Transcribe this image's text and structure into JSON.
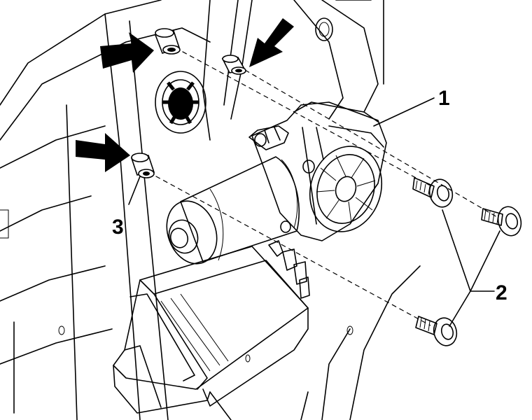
{
  "callouts": {
    "motor": "1",
    "bolts": "2",
    "bushing": "3"
  },
  "colors": {
    "line": "#000000",
    "background": "#ffffff",
    "arrow_fill": "#000000",
    "shade": "#d9d9d9"
  },
  "arrows": [
    {
      "name": "arrow-upper-left",
      "points_to": "upper-left-bushing"
    },
    {
      "name": "arrow-upper-right",
      "points_to": "upper-right-bushing"
    },
    {
      "name": "arrow-lower-left",
      "points_to": "lower-left-bushing"
    }
  ]
}
